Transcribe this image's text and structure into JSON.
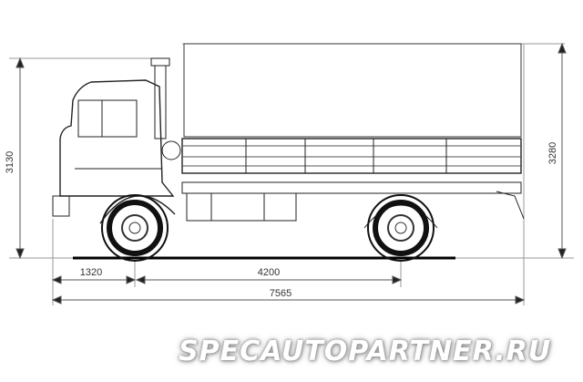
{
  "drawing": {
    "subject": "flatbed-truck-side-view",
    "line_color": "#222222",
    "dimension_color": "#444444"
  },
  "dimensions": {
    "overall_height_cab": "3130",
    "overall_height_awning": "3280",
    "front_overhang": "1320",
    "wheelbase": "4200",
    "overall_length": "7565"
  },
  "watermark": {
    "text": "SPECAUTOPARTNER.RU",
    "color": "#ffffff"
  }
}
